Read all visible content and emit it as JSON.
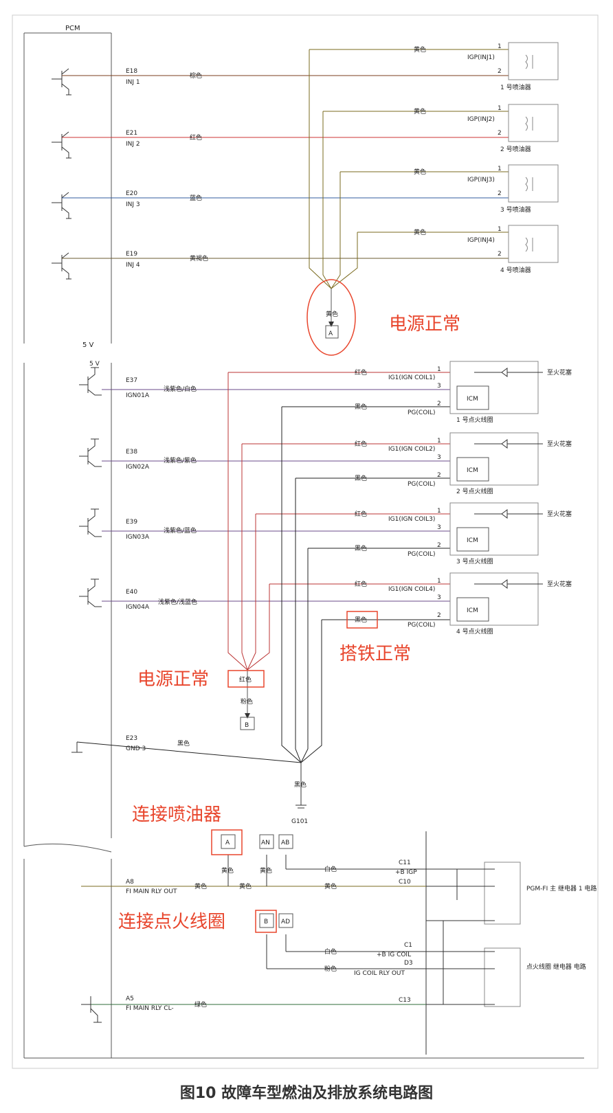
{
  "pcm_label": "PCM",
  "five_v": "5 V",
  "injectors": [
    {
      "pin": "E18",
      "sig": "INJ 1",
      "wire": "棕色",
      "igp": "IGP(INJ1)",
      "name": "1 号喷油器"
    },
    {
      "pin": "E21",
      "sig": "INJ 2",
      "wire": "红色",
      "igp": "IGP(INJ2)",
      "name": "2 号喷油器"
    },
    {
      "pin": "E20",
      "sig": "INJ 3",
      "wire": "蓝色",
      "igp": "IGP(INJ3)",
      "name": "3 号喷油器"
    },
    {
      "pin": "E19",
      "sig": "INJ 4",
      "wire": "黄褐色",
      "igp": "IGP(INJ4)",
      "name": "4 号喷油器"
    }
  ],
  "yellow": "黄色",
  "pin1": "1",
  "pin2": "2",
  "pin3": "3",
  "connA": "A",
  "connB": "B",
  "coils": [
    {
      "pin": "E37",
      "sig": "IGN01A",
      "wire": "浅紫色/白色",
      "ig": "IG1(IGN COIL1)",
      "name": "1 号点火线圈"
    },
    {
      "pin": "E38",
      "sig": "IGN02A",
      "wire": "浅紫色/紫色",
      "ig": "IG1(IGN COIL2)",
      "name": "2 号点火线圈"
    },
    {
      "pin": "E39",
      "sig": "IGN03A",
      "wire": "浅紫色/蓝色",
      "ig": "IG1(IGN COIL3)",
      "name": "3 号点火线圈"
    },
    {
      "pin": "E40",
      "sig": "IGN04A",
      "wire": "浅紫色/浅蓝色",
      "ig": "IG1(IGN COIL4)",
      "name": "4 号点火线圈"
    }
  ],
  "red": "红色",
  "black": "黑色",
  "pink": "粉色",
  "white": "白色",
  "green": "绿色",
  "pg": "PG(COIL)",
  "icm": "ICM",
  "to_spark": "至火花塞",
  "gnd_pin": "E23",
  "gnd_sig": "GND 3",
  "g101": "G101",
  "relay": {
    "a8": "A8",
    "a8_sig": "FI MAIN RLY OUT",
    "a5": "A5",
    "a5_sig": "FI MAIN RLY CL-",
    "an": "AN",
    "ab": "AB",
    "ad": "AD",
    "c11": "C11",
    "c11_sig": "+B IGP",
    "c10": "C10",
    "c1": "C1",
    "c1_sig": "+B IG COIL",
    "d3": "D3",
    "d3_sig": "IG COIL RLY OUT",
    "c13": "C13",
    "pgmfi": "PGM-FI 主 继电器 1 电路",
    "igrly": "点火线圈 继电器 电路"
  },
  "annotations": {
    "power_ok": "电源正常",
    "ground_ok": "搭铁正常",
    "connect_injector": "连接喷油器",
    "connect_coil": "连接点火线圈"
  },
  "caption": "图10 故障车型燃油及排放系统电路图"
}
